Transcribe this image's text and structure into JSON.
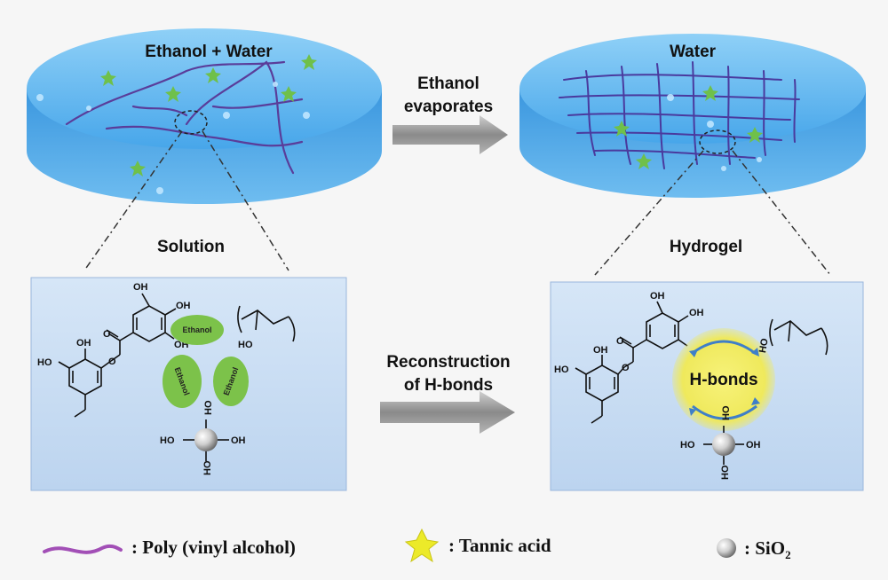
{
  "panels": {
    "left_top_title": "Ethanol + Water",
    "right_top_title": "Water",
    "left_state": "Solution",
    "right_state": "Hydrogel"
  },
  "arrows": {
    "top_line1": "Ethanol",
    "top_line2": "evaporates",
    "bottom_line1": "Reconstruction",
    "bottom_line2": "of H-bonds"
  },
  "molecules": {
    "oh": "OH",
    "ho": "HO",
    "ethanol": "Ethanol",
    "hbonds": "H-bonds"
  },
  "legend": {
    "pva": ": Poly (vinyl alcohol)",
    "tannic": ": Tannic acid",
    "sio2": ": SiO",
    "sio2_sub": "2"
  },
  "colors": {
    "water_blue": "#4fa9e6",
    "chain_purple": "#5a3d9a",
    "tannic_green": "#6fc04a",
    "box_blue": "#c9ddf4",
    "ethanol_green": "#7cc24a",
    "hbond_yellow": "#f2ef6a"
  }
}
